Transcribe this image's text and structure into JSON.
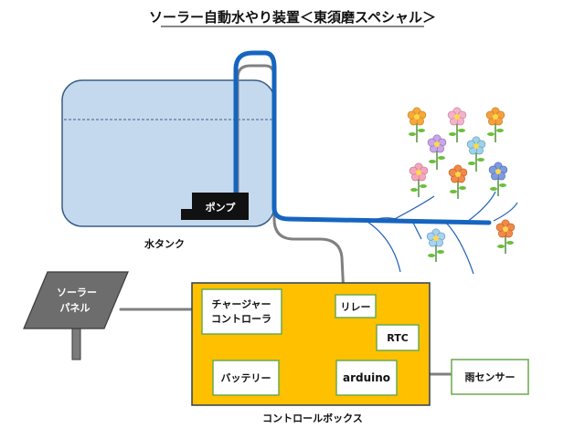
{
  "title": "ソーラー自動水やり装置＜東須磨スペシャル＞",
  "tank": {
    "label": "水タンク"
  },
  "pump": {
    "label": "ポンプ"
  },
  "solar_panel": {
    "label_line1": "ソーラー",
    "label_line2": "パネル"
  },
  "control_box": {
    "label": "コントロールボックス",
    "charger_line1": "チャージャー",
    "charger_line2": "コントローラ",
    "relay": "リレー",
    "rtc": "RTC",
    "battery": "バッテリー",
    "arduino": "arduino"
  },
  "rain_sensor": {
    "label": "雨センサー"
  },
  "colors": {
    "tank_fill": "#c5d9ee",
    "tank_stroke": "#3a5f86",
    "hose": "#1565c0",
    "cable": "#808080",
    "box_fill": "#ffc000",
    "box_stroke": "#2e3d55",
    "module_stroke": "#6aaa4c",
    "panel_fill": "#6d6d6d"
  }
}
